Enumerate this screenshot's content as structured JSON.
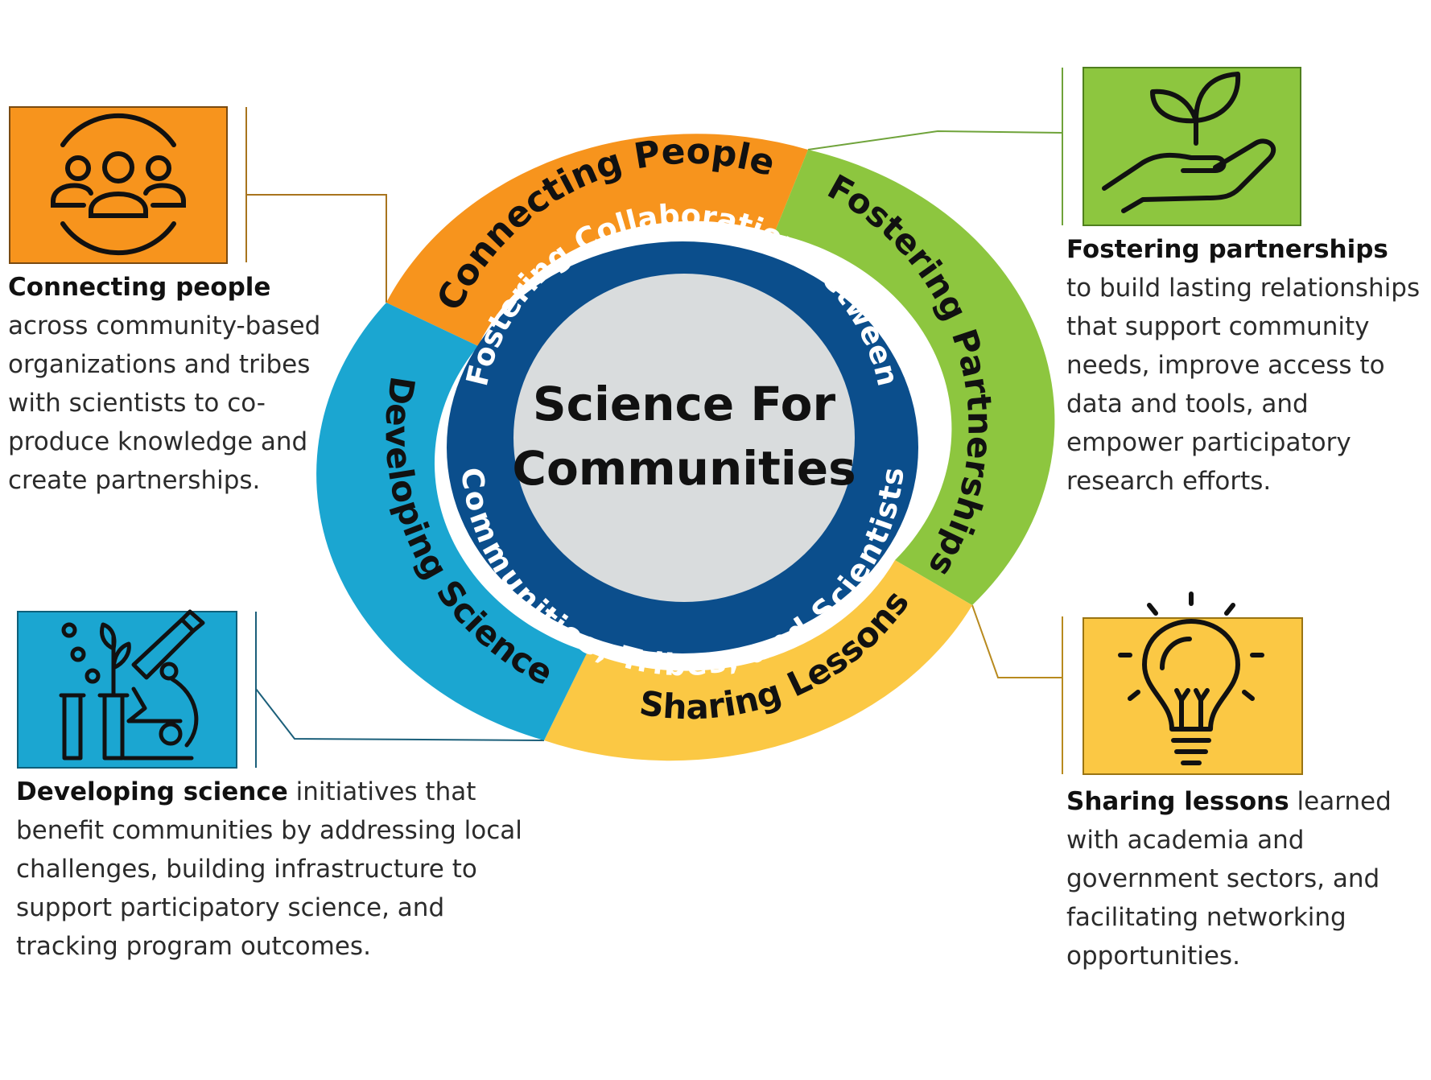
{
  "center": {
    "line1": "Science For",
    "line2": "Communities"
  },
  "inner_ring": {
    "top_text": "Fostering Collaboration Between",
    "bottom_text": "Communities, Tribes, and Scientists"
  },
  "segments": [
    {
      "id": "connecting",
      "label": "Connecting  People",
      "color": "#F7941D"
    },
    {
      "id": "fostering",
      "label": "Fostering  Partnerships",
      "color": "#8DC63F"
    },
    {
      "id": "sharing",
      "label": "Sharing  Lessons",
      "color": "#FBC844"
    },
    {
      "id": "developing",
      "label": "Developing  Science",
      "color": "#1BA6D1"
    }
  ],
  "colors": {
    "inner_ring": "#0B4E8C",
    "center_fill": "#D9DCDD",
    "ring_text": "#111111",
    "inner_text": "#ffffff"
  },
  "icons": {
    "connecting": "people-group-icon",
    "fostering": "plant-in-hand-icon",
    "developing": "microscope-lab-icon",
    "sharing": "lightbulb-icon"
  },
  "descriptions": {
    "connecting": {
      "bold": "Connecting people",
      "rest": "across community-based organizations and tribes with scientists to co-produce knowledge and create partnerships."
    },
    "fostering": {
      "bold": "Fostering partnerships",
      "rest": "to build lasting relationships that support community needs, improve access to data and tools, and empower participatory research efforts."
    },
    "developing": {
      "bold": "Developing science",
      "rest": " initiatives that benefit communities by addressing local challenges, building infrastructure to support participatory science, and tracking program outcomes."
    },
    "sharing": {
      "bold": "Sharing lessons",
      "rest": " learned with academia and government sectors, and facilitating networking opportunities."
    }
  }
}
